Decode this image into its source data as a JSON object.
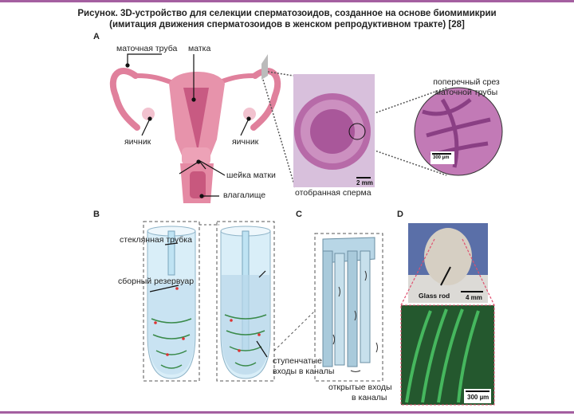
{
  "title": {
    "line1": "Рисунок. 3D-устройство для селекции сперматозоидов, созданное на основе биомимикрии",
    "line2": "(имитация движения сперматозоидов в женском репродуктивном тракте) [28]"
  },
  "panels": {
    "a": "A",
    "b": "B",
    "c": "C",
    "d": "D"
  },
  "panel_a": {
    "fallopian_tube": "маточная труба",
    "uterus": "матка",
    "cross_section_1": "поперечный срез",
    "cross_section_2": "маточной трубы",
    "ovary_left": "яичник",
    "ovary_right": "яичник",
    "cervix": "шейка матки",
    "vagina": "влагалище",
    "selected_sperm": "отобранная сперма",
    "scale_2mm": "2 mm",
    "scale_300um": "300 µm"
  },
  "panel_b": {
    "glass_tube": "стеклянная трубка",
    "reservoir": "сборный резервуар",
    "stepped_1": "ступенчатые",
    "stepped_2": "входы в каналы"
  },
  "panel_c": {
    "open_1": "открытые входы",
    "open_2": "в каналы"
  },
  "panel_d": {
    "glass_rod": "Glass rod",
    "scale_4mm": "4 mm",
    "scale_300um": "300 µm"
  },
  "colors": {
    "accent_rule": "#a45fa0",
    "uterus": "#e0809c",
    "tissue": "#b76aa8",
    "fluor": "#2f7a3e"
  }
}
